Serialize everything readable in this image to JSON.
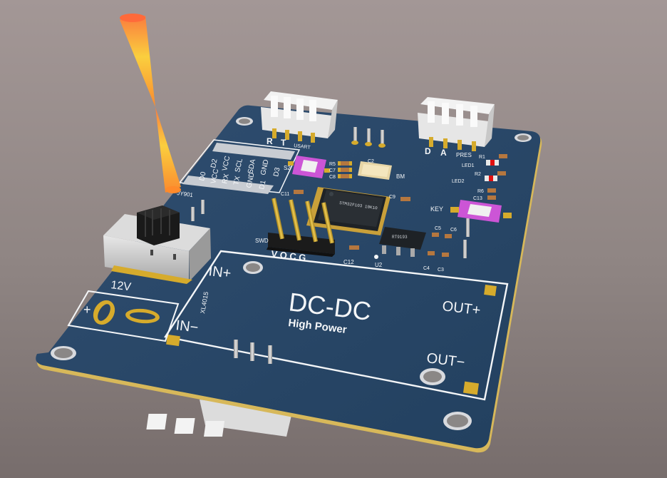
{
  "scene": {
    "background_color": "#968b8a",
    "board_color": "#2a4563",
    "board_edge_color": "#d7b85a",
    "silkscreen_color": "#f4f6f8",
    "pad_color": "#d6ab2c"
  },
  "labels": {
    "dcdc": "DC-DC",
    "high_power": "High Power",
    "in_plus": "IN+",
    "in_minus": "IN−",
    "out_plus": "OUT+",
    "out_minus": "OUT−",
    "v12": "12V",
    "plus": "+",
    "xl4015": "XL4015",
    "jy901": "JY901",
    "usart": "USART",
    "r_pin": "R",
    "t_pin": "T",
    "d_pin": "D",
    "a_pin": "A",
    "swd": "SWD",
    "swd_pins": "V O C G",
    "key": "KEY",
    "led1": "LED1",
    "led2": "LED2",
    "bm": "BM",
    "u2": "U2",
    "pres": "PRES",
    "jy_row1": [
      "D2",
      "VCC",
      "SCL",
      "SDA",
      "GND",
      "D3"
    ],
    "jy_row2": [
      "D0",
      "VCC",
      "RX",
      "TX",
      "GND",
      "D1"
    ],
    "ref_r1": "R1",
    "ref_r2": "R2",
    "ref_r5": "R5",
    "ref_r6": "R6",
    "ref_c2": "C2",
    "ref_c3": "C3",
    "ref_c4": "C4",
    "ref_c5": "C5",
    "ref_c6": "C6",
    "ref_c7": "C7",
    "ref_c8": "C8",
    "ref_c9": "C9",
    "ref_c11": "C11",
    "ref_c12": "C12",
    "ref_c13": "C13",
    "ref_s2": "S2",
    "mcu_marking": "STM32F103 10K10",
    "reg_marking": "RT9193"
  }
}
